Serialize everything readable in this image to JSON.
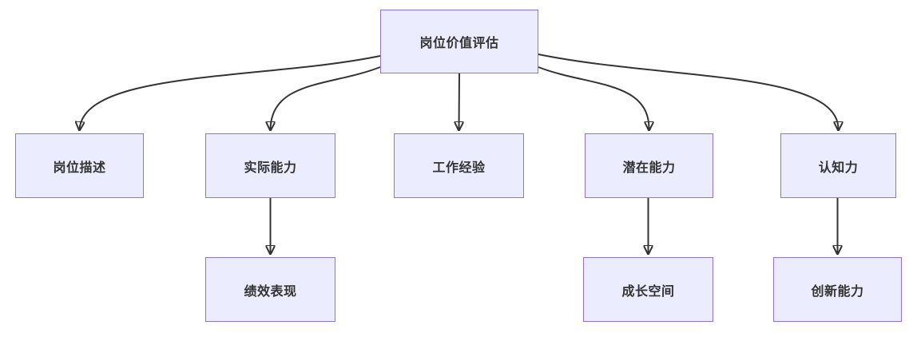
{
  "diagram": {
    "type": "flowchart",
    "direction": "top-down",
    "colors": {
      "node_fill": "#ECECFF",
      "node_border": "#9370DB",
      "edge": "#333333",
      "text": "#333333",
      "background": "#ffffff"
    },
    "nodes": [
      {
        "id": "root",
        "label": "岗位价值评估"
      },
      {
        "id": "job-description",
        "label": "岗位描述"
      },
      {
        "id": "actual-ability",
        "label": "实际能力"
      },
      {
        "id": "work-experience",
        "label": "工作经验"
      },
      {
        "id": "potential-ability",
        "label": "潜在能力"
      },
      {
        "id": "cognition",
        "label": "认知力"
      },
      {
        "id": "performance",
        "label": "绩效表现"
      },
      {
        "id": "growth-space",
        "label": "成长空间"
      },
      {
        "id": "innovation-ability",
        "label": "创新能力"
      }
    ],
    "edges": [
      {
        "from": "岗位价值评估",
        "to": "岗位描述"
      },
      {
        "from": "岗位价值评估",
        "to": "实际能力"
      },
      {
        "from": "岗位价值评估",
        "to": "工作经验"
      },
      {
        "from": "岗位价值评估",
        "to": "潜在能力"
      },
      {
        "from": "岗位价值评估",
        "to": "认知力"
      },
      {
        "from": "实际能力",
        "to": "绩效表现"
      },
      {
        "from": "潜在能力",
        "to": "成长空间"
      },
      {
        "from": "认知力",
        "to": "创新能力"
      }
    ]
  }
}
